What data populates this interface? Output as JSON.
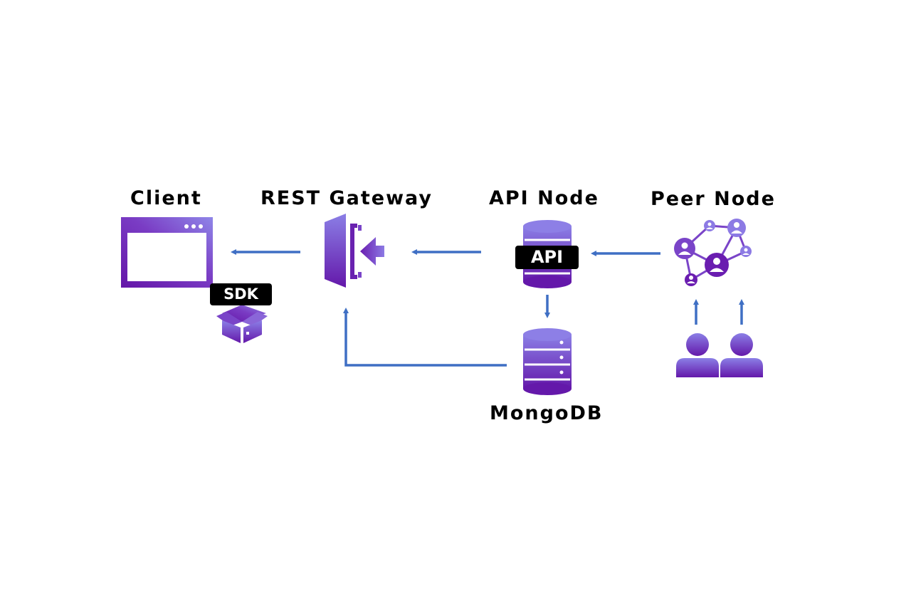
{
  "nodes": {
    "client": {
      "label": "Client",
      "badge": "SDK"
    },
    "rest_gateway": {
      "label": "REST Gateway"
    },
    "api_node": {
      "label": "API Node",
      "badge": "API"
    },
    "peer_node": {
      "label": "Peer Node"
    },
    "mongodb": {
      "label": "MongoDB"
    }
  },
  "colors": {
    "arrow": "#3f6fc4",
    "icon_dark": "#6a1fb0",
    "icon_light": "#8a72e0",
    "badge_bg": "#000000",
    "badge_text": "#ffffff"
  },
  "connections": [
    {
      "from": "rest_gateway",
      "to": "client"
    },
    {
      "from": "api_node",
      "to": "rest_gateway"
    },
    {
      "from": "peer_node",
      "to": "api_node"
    },
    {
      "from": "api_node",
      "to": "mongodb"
    },
    {
      "from": "mongodb",
      "to": "rest_gateway"
    },
    {
      "from": "users",
      "to": "peer_node"
    }
  ]
}
